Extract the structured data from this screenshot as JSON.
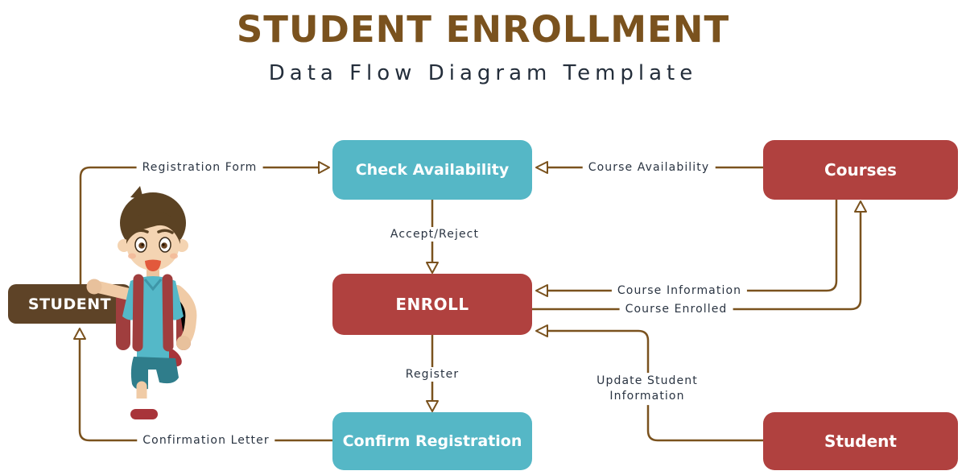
{
  "title": "STUDENT ENROLLMENT",
  "subtitle": "Data Flow Diagram Template",
  "colors": {
    "process_teal": "#55b7c6",
    "entity_red": "#b0413f",
    "sign_brown": "#5e4327",
    "line_brown": "#7a521e",
    "title_brown": "#7a521e",
    "label_text": "#2a3442"
  },
  "nodes": {
    "student_sign": "STUDENT",
    "check_availability": "Check Availability",
    "courses": "Courses",
    "enroll": "ENROLL",
    "confirm_registration": "Confirm Registration",
    "student": "Student"
  },
  "flows": {
    "registration_form": "Registration Form",
    "course_availability": "Course Availability",
    "accept_reject": "Accept/Reject",
    "course_information": "Course Information",
    "course_enrolled": "Course Enrolled",
    "update_student_information": "Update Student Information",
    "register": "Register",
    "confirmation_letter": "Confirmation Letter"
  }
}
